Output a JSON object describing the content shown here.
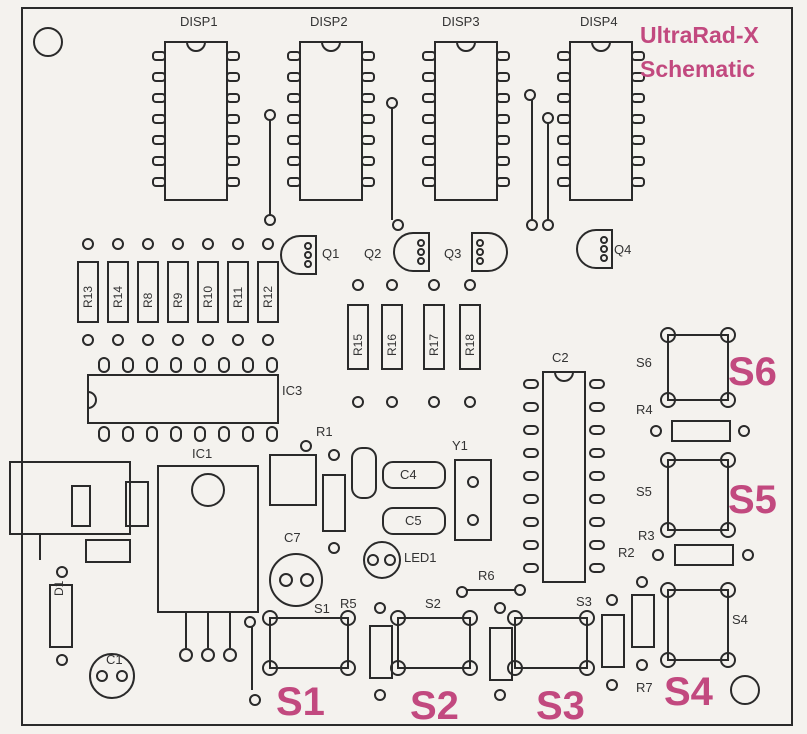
{
  "title": {
    "line1": "UltraRad-X",
    "line2": "Schematic"
  },
  "colors": {
    "accent": "#c2497f",
    "ink": "#2a2a2a",
    "board": "#f4f2ee"
  },
  "displays": [
    "DISP1",
    "DISP2",
    "DISP3",
    "DISP4"
  ],
  "transistors": [
    "Q1",
    "Q2",
    "Q3",
    "Q4"
  ],
  "resistor_array": [
    "R13",
    "R14",
    "R8",
    "R9",
    "R10",
    "R11",
    "R12"
  ],
  "resistors_mid": [
    "R15",
    "R16",
    "R17",
    "R18"
  ],
  "ics": {
    "ic3": "IC3",
    "ic1": "IC1",
    "ic2": "C2"
  },
  "small_labels": {
    "r1": "R1",
    "c4": "C4",
    "c5": "C5",
    "y1": "Y1",
    "c7": "C7",
    "led1": "LED1",
    "r6": "R6",
    "r2": "R2",
    "r3": "R3",
    "r4": "R4",
    "r5": "R5",
    "r7": "R7",
    "d1": "D1",
    "c1": "C1",
    "s1": "S1",
    "s2": "S2",
    "s3": "S3",
    "s4": "S4",
    "s5": "S5",
    "s6": "S6"
  },
  "switch_callouts": {
    "s1": "S1",
    "s2": "S2",
    "s3": "S3",
    "s4": "S4",
    "s5": "S5",
    "s6": "S6"
  }
}
